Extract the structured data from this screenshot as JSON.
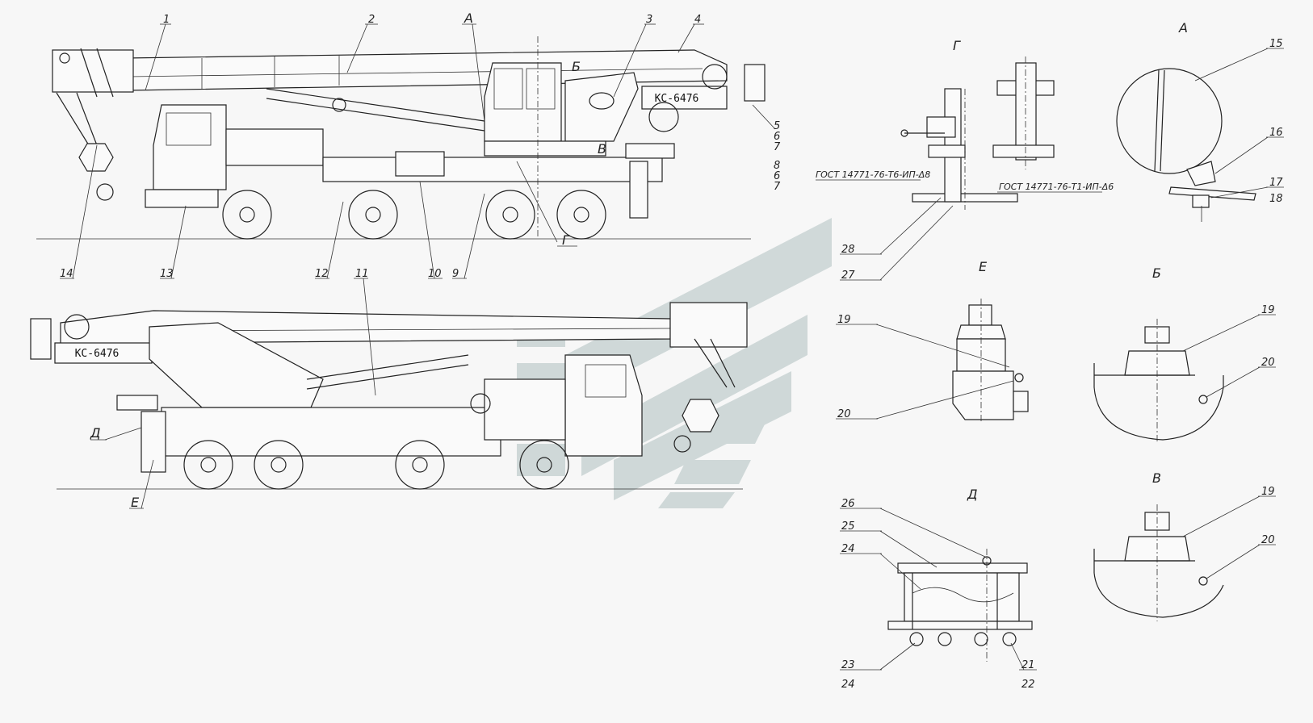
{
  "crane_model_plate": "КС-6476",
  "standard_labels": {
    "top": "ГОСТ 14771-76-Т6-ИП-Δ8",
    "bottom": "ГОСТ 14771-76-Т1-ИП-Δ6"
  },
  "view_labels": {
    "A": "А",
    "B": "Б",
    "V": "В",
    "G": "Г",
    "D": "Д",
    "E": "Е"
  },
  "callouts": {
    "c1": "1",
    "c2": "2",
    "c3": "3",
    "c4": "4",
    "c5": "5",
    "c6": "6",
    "c7": "7",
    "c8": "8",
    "c9": "9",
    "c10": "10",
    "c11": "11",
    "c12": "12",
    "c13": "13",
    "c14": "14",
    "c15": "15",
    "c16": "16",
    "c17": "17",
    "c18": "18",
    "c19": "19",
    "c20": "20",
    "c21": "21",
    "c22": "22",
    "c23": "23",
    "c24": "24",
    "c25": "25",
    "c26": "26",
    "c27": "27",
    "c28": "28"
  },
  "colors": {
    "line": "#222222",
    "watermark": "#c9d3d3",
    "background": "#f7f7f7"
  }
}
